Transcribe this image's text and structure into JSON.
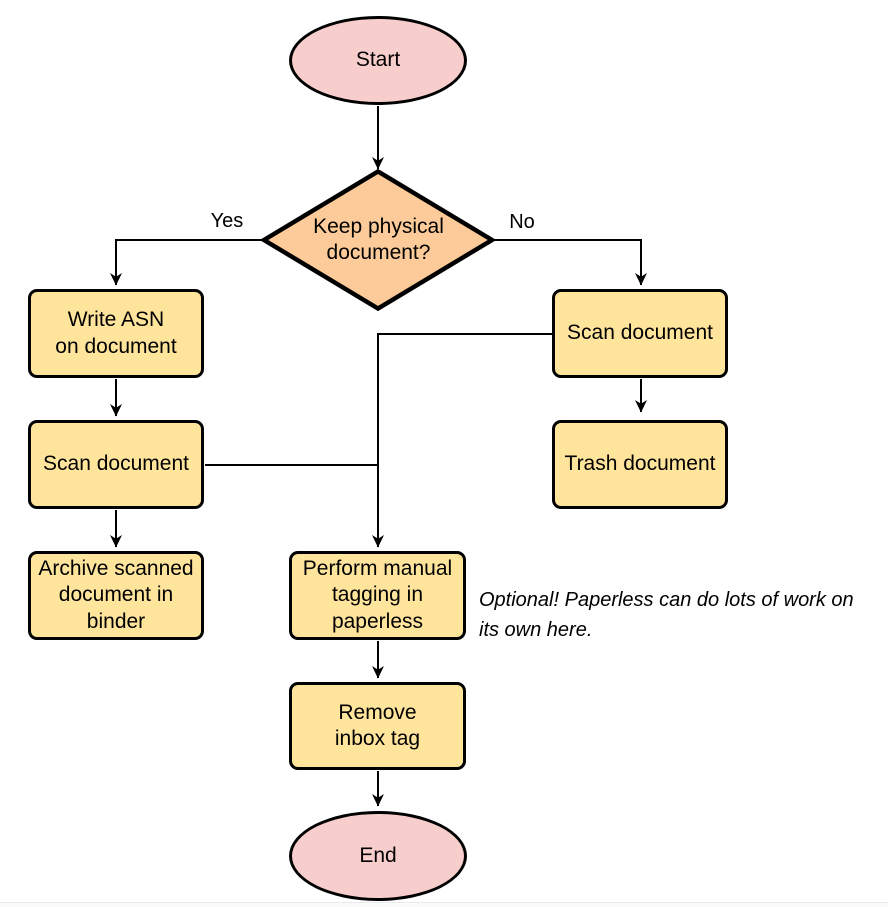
{
  "colors": {
    "terminator_fill": "#f8cecc",
    "decision_fill": "#fdcb99",
    "process_fill": "#ffe49c",
    "stroke": "#000000"
  },
  "diagram": {
    "nodes": {
      "start": {
        "label": "Start",
        "type": "terminator"
      },
      "decision_keep_physical": {
        "label": [
          "Keep physical",
          "document?"
        ],
        "type": "decision"
      },
      "write_asn": {
        "label": [
          "Write ASN",
          "on document"
        ],
        "type": "process"
      },
      "scan_document_left": {
        "label": "Scan document",
        "type": "process"
      },
      "archive_binder": {
        "label": [
          "Archive scanned",
          "document in",
          "binder"
        ],
        "type": "process"
      },
      "scan_document_right": {
        "label": "Scan document",
        "type": "process"
      },
      "trash_document": {
        "label": "Trash document",
        "type": "process"
      },
      "manual_tagging": {
        "label": [
          "Perform manual",
          "tagging in",
          "paperless"
        ],
        "type": "process"
      },
      "remove_inbox_tag": {
        "label": [
          "Remove",
          "inbox tag"
        ],
        "type": "process"
      },
      "end": {
        "label": "End",
        "type": "terminator"
      }
    },
    "edge_labels": {
      "yes": "Yes",
      "no": "No"
    },
    "annotation": [
      "Optional! Paperless can do lots of work on",
      "its own here."
    ]
  }
}
